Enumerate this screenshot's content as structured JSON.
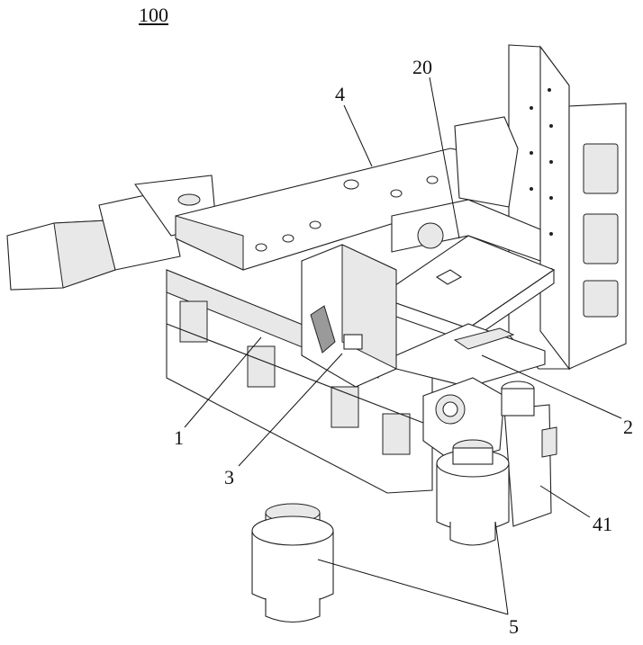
{
  "figure": {
    "number": "100",
    "labels": [
      {
        "id": "label-4",
        "text": "4"
      },
      {
        "id": "label-20",
        "text": "20"
      },
      {
        "id": "label-1",
        "text": "1"
      },
      {
        "id": "label-3",
        "text": "3"
      },
      {
        "id": "label-2",
        "text": "2"
      },
      {
        "id": "label-41",
        "text": "41"
      },
      {
        "id": "label-5",
        "text": "5"
      }
    ]
  }
}
